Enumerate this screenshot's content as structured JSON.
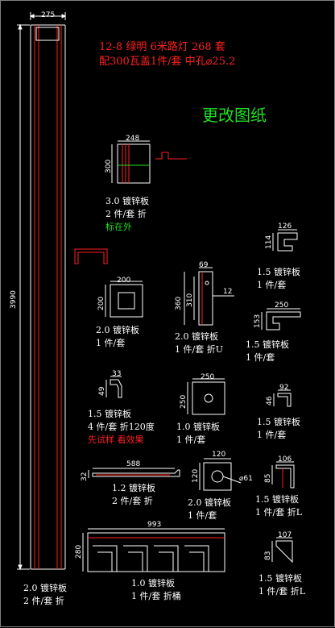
{
  "header": {
    "line1": "12-8 绿明 6米路灯 268 套",
    "line2": "配300瓦盖1件/套 中孔⌀25.2",
    "revised": "更改图纸"
  },
  "colors": {
    "red": "#ff2020",
    "green": "#22dd22",
    "white": "#ffffff",
    "background": "#000000"
  },
  "pole": {
    "width_dim": "275",
    "height_dim": "3990",
    "label1": "2.0 镀锌板",
    "label2": "2 件/套 折"
  },
  "parts": {
    "p248": {
      "w": "248",
      "h": "300",
      "l1": "3.0 镀锌板",
      "l2": "2 件/套 折",
      "l3": "标在外"
    },
    "p200": {
      "w": "200",
      "h": "200",
      "l1": "2.0 镀锌板",
      "l2": "1 件/套"
    },
    "p69": {
      "w": "69",
      "h": "360",
      "h2": "310",
      "d": "12",
      "l1": "2.0 镀锌板",
      "l2": "1 件/套 折U"
    },
    "p126": {
      "w": "126",
      "h": "114",
      "l1": "1.5 镀锌板",
      "l2": "1 件/套"
    },
    "p250a": {
      "w": "250",
      "h": "153",
      "l1": "1.5 镀锌板",
      "l2": "1 件/套"
    },
    "p33": {
      "w": "33",
      "h": "49",
      "l1": "1.5 镀锌板",
      "l2": "4 件/套 折120度",
      "l3": "先试样 看效果"
    },
    "p250b": {
      "w": "250",
      "h": "250",
      "l1": "1.0 镀锌板",
      "l2": "1 件/套"
    },
    "p92": {
      "w": "92",
      "h": "46",
      "l1": "1.5 镀锌板",
      "l2": "1 件/套"
    },
    "p588": {
      "w": "588",
      "h": "32",
      "l1": "1.2 镀锌板",
      "l2": "2 件/套 折"
    },
    "p120": {
      "w": "120",
      "h": "120",
      "d": "⌀61",
      "l1": "2.0 镀锌板",
      "l2": "1 件/套"
    },
    "p106": {
      "w": "106",
      "h": "85",
      "l1": "1.5 镀锌板",
      "l2": "1 件/套 折L"
    },
    "p993": {
      "w": "993",
      "h": "280",
      "l1": "1.0 镀锌板",
      "l2": "1 件/套 折桶"
    },
    "p107": {
      "w": "107",
      "h": "83",
      "l1": "1.5 镀锌板",
      "l2": "1 件/套 折L"
    }
  }
}
